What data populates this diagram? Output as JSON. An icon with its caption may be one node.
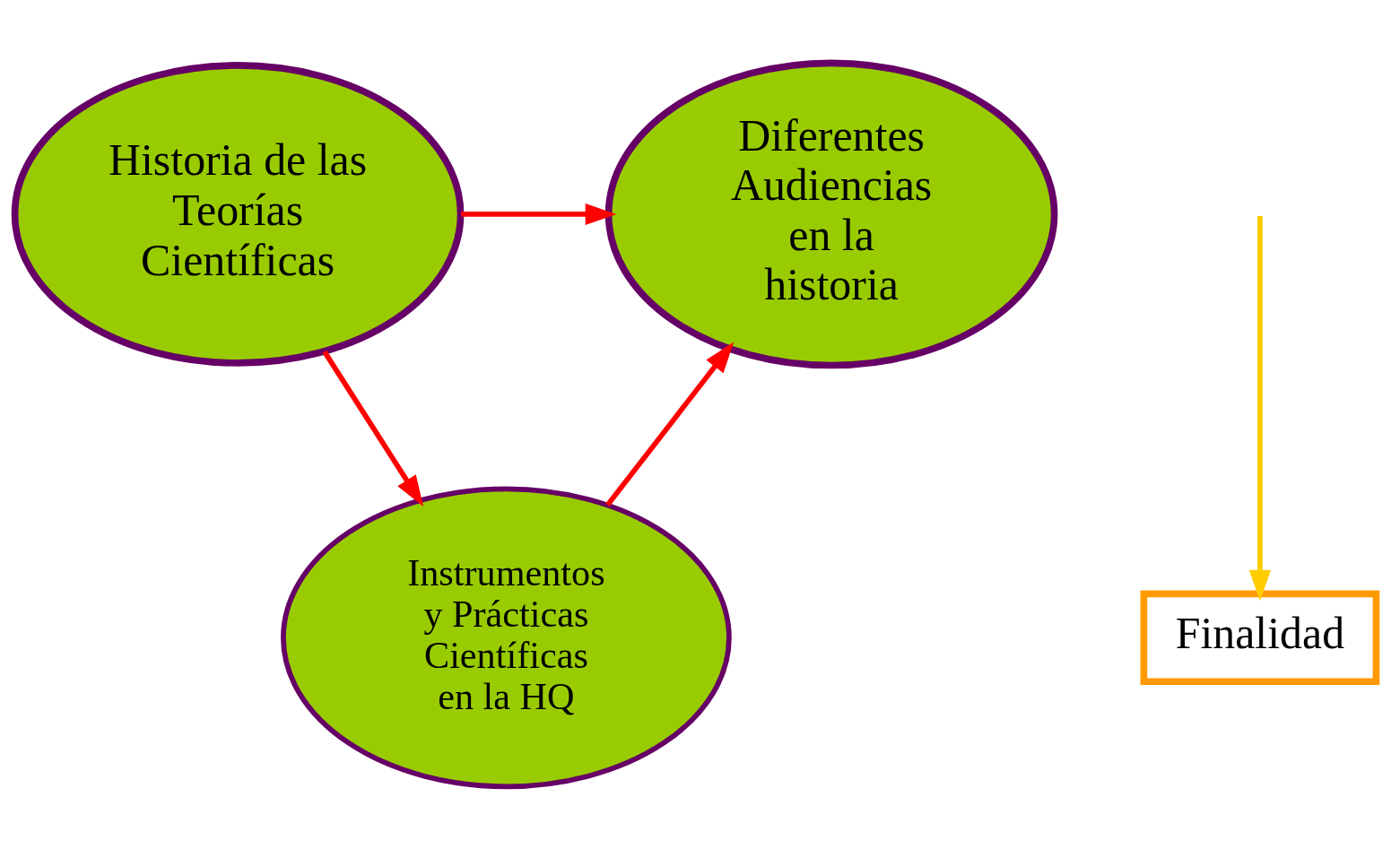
{
  "diagram": {
    "nodes": [
      {
        "text": [
          "Historia de las Teorías Científicas"
        ]
      },
      {
        "text": [
          "Diferentes Audiencias en la historia"
        ]
      },
      {
        "text": [
          "Instrumentos y Prácticas Científicas en la HQ"
        ]
      },
      {
        "text": [
          "Finalidad"
        ]
      }
    ],
    "edges": [
      {
        "from": 0,
        "to": 1,
        "arrow": "to"
      },
      {
        "from": 0,
        "to": 2,
        "arrow": "to"
      },
      {
        "from": 2,
        "to": 1,
        "arrow": "to"
      },
      {
        "from": null,
        "to": 3,
        "arrow": "to",
        "color": "#ffcc00"
      }
    ]
  }
}
